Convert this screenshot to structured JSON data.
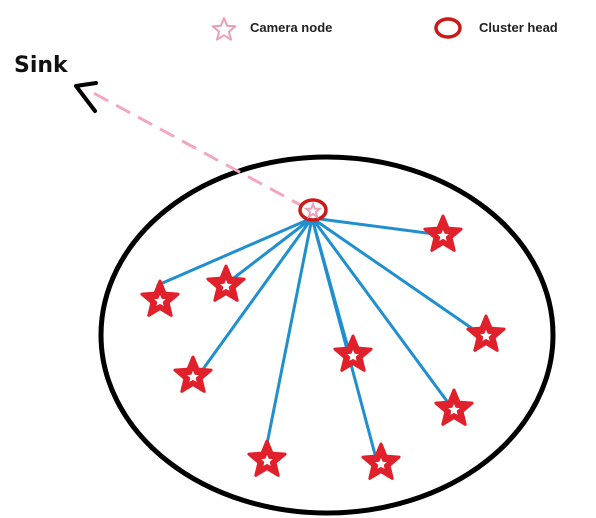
{
  "legend": {
    "camera_label": "Camera node",
    "cluster_head_label": "Cluster head"
  },
  "sink": {
    "label": "Sink"
  },
  "colors": {
    "camera_legend_star": "#e8a0b8",
    "node_star": "#e0202a",
    "cluster_head": "#cc1a1a",
    "links": "#1f8fcf",
    "sink_link": "#f2a8bf",
    "cluster_boundary": "#000000",
    "arrow": "#000000"
  },
  "icons": {
    "camera_node": "star-icon",
    "cluster_head": "ring-icon"
  },
  "diagram": {
    "camera_node_count": 10
  }
}
